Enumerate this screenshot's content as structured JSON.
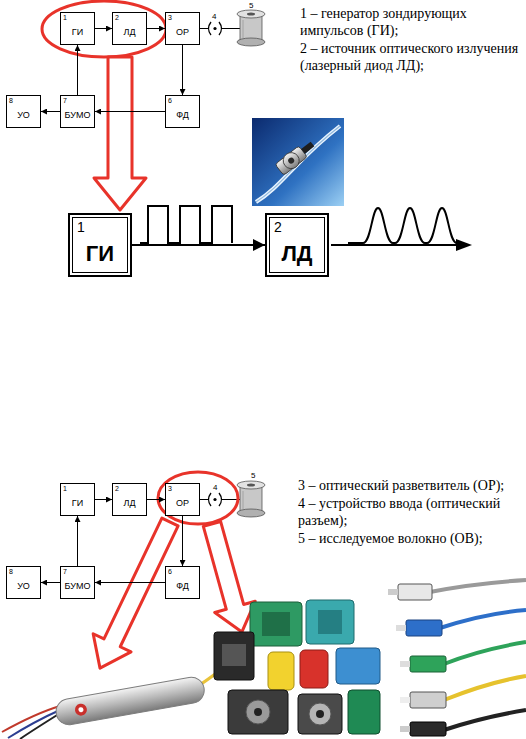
{
  "diagram": {
    "nodes": [
      {
        "text": [
          "1",
          "ГИ"
        ]
      },
      {
        "text": [
          "2",
          "ЛД"
        ]
      },
      {
        "text": [
          "3",
          "ОР"
        ]
      },
      {
        "text": [
          "8",
          "УО"
        ]
      },
      {
        "text": [
          "7",
          "БУМО"
        ]
      },
      {
        "text": [
          "6",
          "ФД"
        ]
      },
      {
        "text": [
          "1",
          "ГИ"
        ]
      },
      {
        "text": [
          "2",
          "ЛД"
        ]
      },
      {
        "text": [
          "1",
          "ГИ"
        ]
      },
      {
        "text": [
          "2",
          "ЛД"
        ]
      },
      {
        "text": [
          "3",
          "ОР"
        ]
      },
      {
        "text": [
          "8",
          "УО"
        ]
      },
      {
        "text": [
          "7",
          "БУМО"
        ]
      },
      {
        "text": [
          "6",
          "ФД"
        ]
      }
    ],
    "edges": [
      {
        "from": 0,
        "to": 1,
        "arrow": "to"
      },
      {
        "from": 1,
        "to": 2,
        "arrow": "to"
      },
      {
        "from": 2,
        "to": 5,
        "arrow": "to"
      },
      {
        "from": 5,
        "to": 4,
        "arrow": "to"
      },
      {
        "from": 4,
        "to": 0,
        "arrow": "to"
      },
      {
        "from": 4,
        "to": 3,
        "arrow": "to"
      },
      {
        "from": 6,
        "to": 7,
        "arrow": "to"
      },
      {
        "from": 8,
        "to": 9,
        "arrow": "to"
      },
      {
        "from": 9,
        "to": 10,
        "arrow": "to"
      },
      {
        "from": 10,
        "to": 13,
        "arrow": "to"
      },
      {
        "from": 13,
        "to": 12,
        "arrow": "to"
      },
      {
        "from": 12,
        "to": 8,
        "arrow": "to"
      },
      {
        "from": 12,
        "to": 11,
        "arrow": "to"
      }
    ],
    "labels": [
      "4",
      "5",
      "1 – генератор зондирующих импульсов (ГИ);",
      "2 – источник оптического излучения (лазерный диод ЛД);",
      "4",
      "5",
      "3 – оптический разветвитель (ОР);",
      "4 – устройство ввода (оптический разъем);",
      "5 – исследуемое волокно (ОВ);"
    ]
  }
}
